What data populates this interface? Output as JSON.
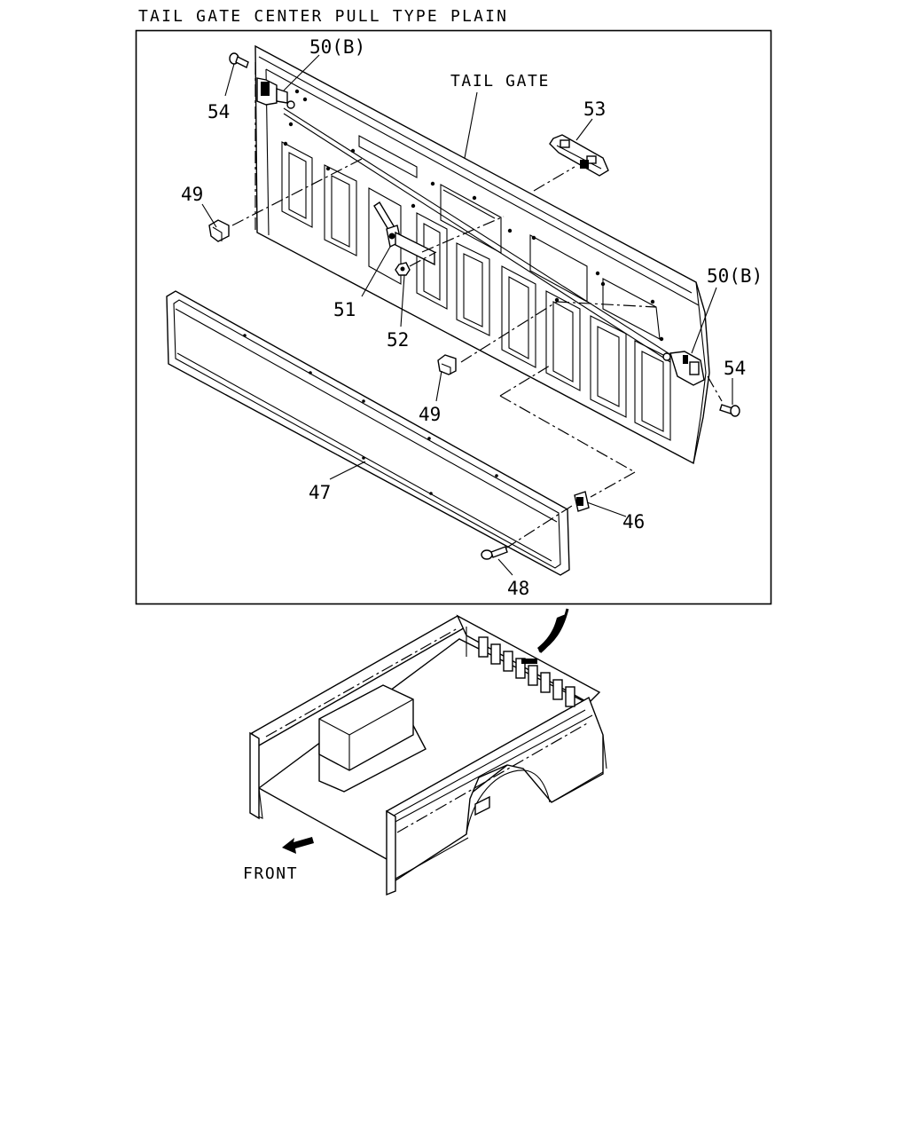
{
  "title": "TAIL GATE CENTER PULL TYPE PLAIN",
  "group_label": "TAIL GATE",
  "front_label": "FRONT",
  "callouts": [
    {
      "id": "c54a",
      "text": "54"
    },
    {
      "id": "c50a",
      "text": "50(B)"
    },
    {
      "id": "c53",
      "text": "53"
    },
    {
      "id": "c49a",
      "text": "49"
    },
    {
      "id": "c51",
      "text": "51"
    },
    {
      "id": "c52",
      "text": "52"
    },
    {
      "id": "c50b",
      "text": "50(B)"
    },
    {
      "id": "c54b",
      "text": "54"
    },
    {
      "id": "c49b",
      "text": "49"
    },
    {
      "id": "c47",
      "text": "47"
    },
    {
      "id": "c46",
      "text": "46"
    },
    {
      "id": "c48",
      "text": "48"
    }
  ]
}
